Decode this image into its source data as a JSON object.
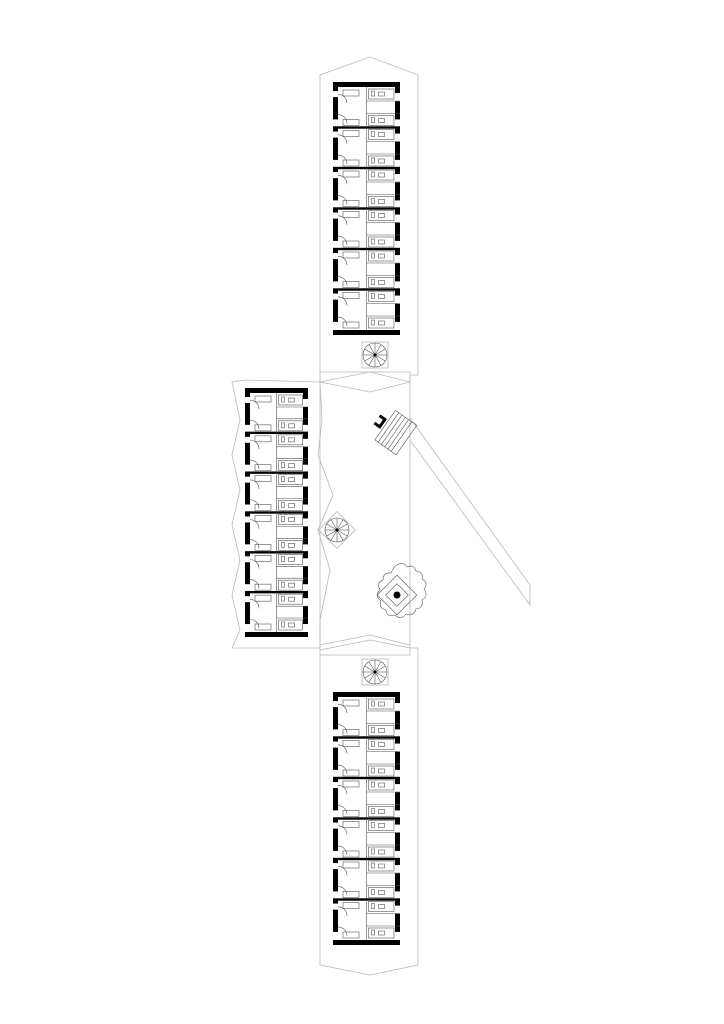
{
  "drawing": {
    "type": "floor-plan",
    "colors": {
      "wall": "#000000",
      "outline": "#b8b8b8",
      "detail": "#555555",
      "background": "#ffffff"
    },
    "blocks": [
      {
        "name": "north-block",
        "unit_rows": 6
      },
      {
        "name": "west-block",
        "unit_rows": 6
      },
      {
        "name": "south-block",
        "unit_rows": 6
      }
    ]
  }
}
